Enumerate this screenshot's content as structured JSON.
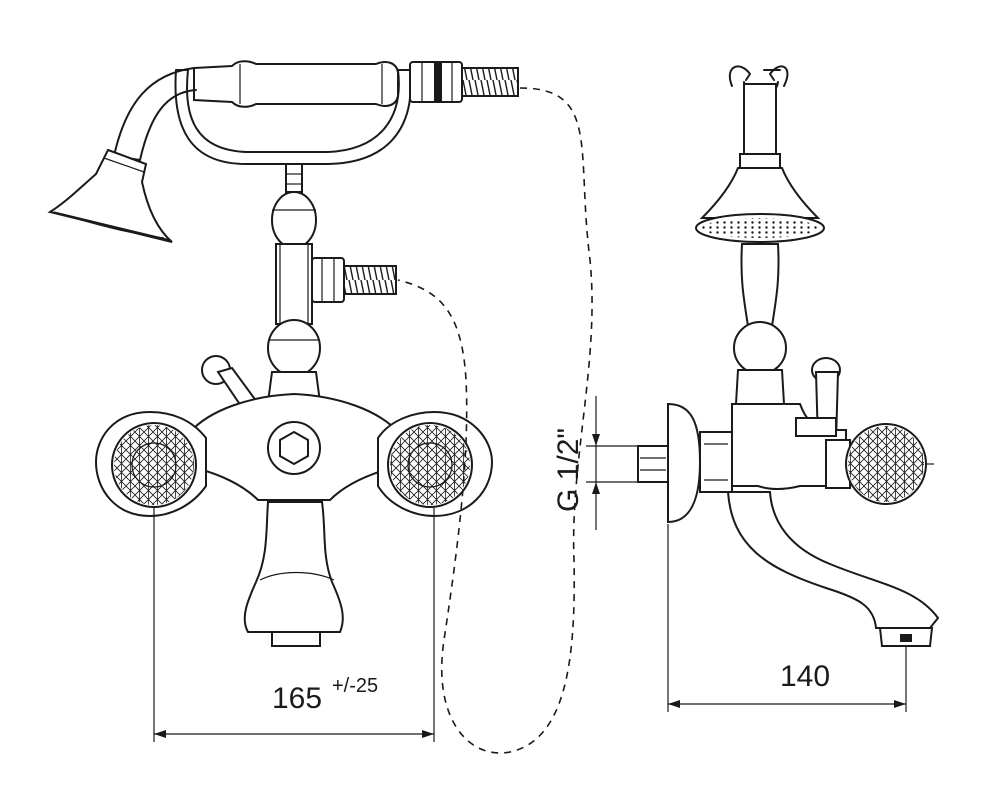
{
  "dimensions": {
    "handle_spacing": "165",
    "handle_spacing_tolerance": "+/-25",
    "spout_projection": "140",
    "thread_size": "G 1/2\""
  },
  "colors": {
    "line": "#1a1a1a",
    "background": "#ffffff"
  }
}
